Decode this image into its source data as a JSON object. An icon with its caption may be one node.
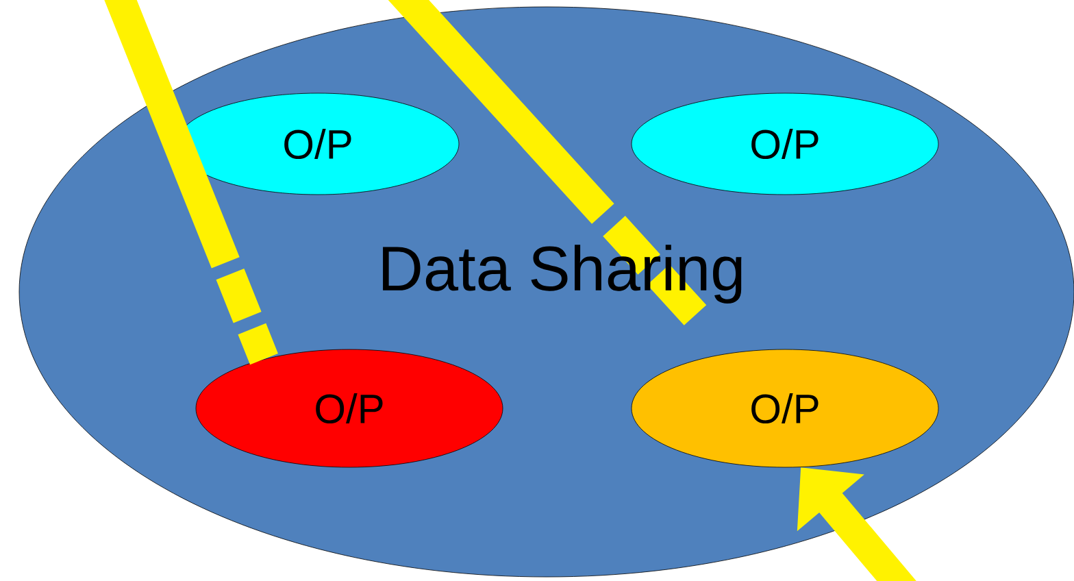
{
  "diagram": {
    "nodes": [
      {
        "text": [
          "Data Sharing"
        ]
      },
      {
        "text": [
          "O/P"
        ],
        "in": 0
      },
      {
        "text": [
          "O/P"
        ],
        "in": 0
      },
      {
        "text": [
          "O/P"
        ],
        "in": 0
      },
      {
        "text": [
          "O/P"
        ],
        "in": 0
      }
    ],
    "edges": [
      {
        "from": null,
        "to": 3,
        "arrow": "none",
        "style": "dashed"
      },
      {
        "from": null,
        "to": 4,
        "arrow": "none",
        "style": "dashed"
      },
      {
        "from": null,
        "to": 4,
        "arrow": "to"
      }
    ]
  }
}
